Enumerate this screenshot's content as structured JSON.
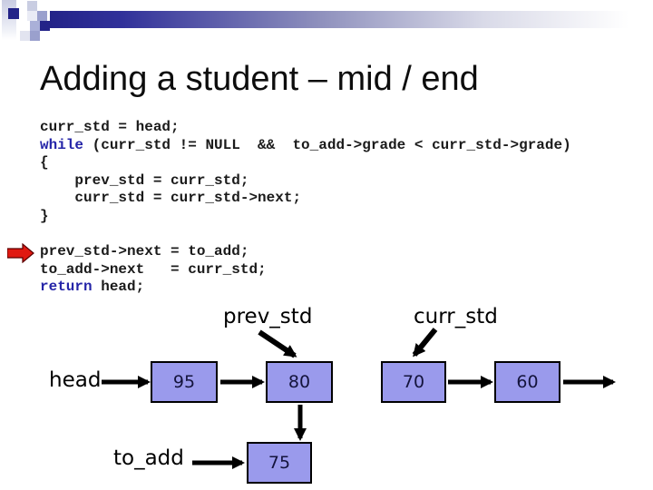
{
  "title": "Adding a student – mid / end",
  "code": {
    "block1": {
      "line1": "curr_std = head;",
      "line2_kw": "while",
      "line2_rest": " (curr_std != NULL  &&  to_add->grade < curr_std->grade)",
      "line3": "{",
      "line4": "    prev_std = curr_std;",
      "line5": "    curr_std = curr_std->next;",
      "line6": "}"
    },
    "block2": {
      "line1": "prev_std->next = to_add;",
      "line2": "to_add->next   = curr_std;",
      "line3_kw": "return",
      "line3_rest": " head;"
    }
  },
  "diagram": {
    "labels": {
      "head": "head",
      "prev_std": "prev_std",
      "curr_std": "curr_std",
      "to_add": "to_add"
    },
    "nodes": [
      {
        "id": "node-95",
        "value": "95"
      },
      {
        "id": "node-80",
        "value": "80"
      },
      {
        "id": "node-70",
        "value": "70"
      },
      {
        "id": "node-60",
        "value": "60"
      },
      {
        "id": "node-75",
        "value": "75"
      }
    ],
    "arrows": [
      "head-to-95",
      "95-to-80",
      "80-down-to-75",
      "70-to-60",
      "60-to-next",
      "to_add-to-75",
      "prev_std-to-80",
      "curr_std-to-70"
    ]
  },
  "icons": {
    "pointer_marker": "red-block-arrow-icon"
  },
  "colors": {
    "accent_navy": "#232388",
    "node_fill": "#9a9aec",
    "node_border": "#000000",
    "node_text": "#14143c",
    "keyword_blue": "#2525a8",
    "pointer_red": "#e01911",
    "title_text": "#0d0d0d"
  }
}
